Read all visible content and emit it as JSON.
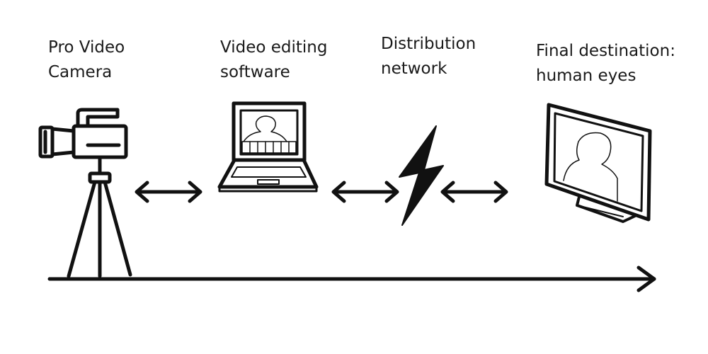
{
  "stages": [
    {
      "id": "camera",
      "line1": "Pro Video",
      "line2": "Camera",
      "icon": "video-camera-icon"
    },
    {
      "id": "software",
      "line1": "Video editing",
      "line2": "software",
      "icon": "laptop-icon"
    },
    {
      "id": "network",
      "line1": "Distribution",
      "line2": "network",
      "icon": "lightning-bolt-icon"
    },
    {
      "id": "destination",
      "line1": "Final destination:",
      "line2": "human eyes",
      "icon": "monitor-icon"
    }
  ],
  "colors": {
    "stroke": "#111111",
    "background": "#ffffff"
  }
}
